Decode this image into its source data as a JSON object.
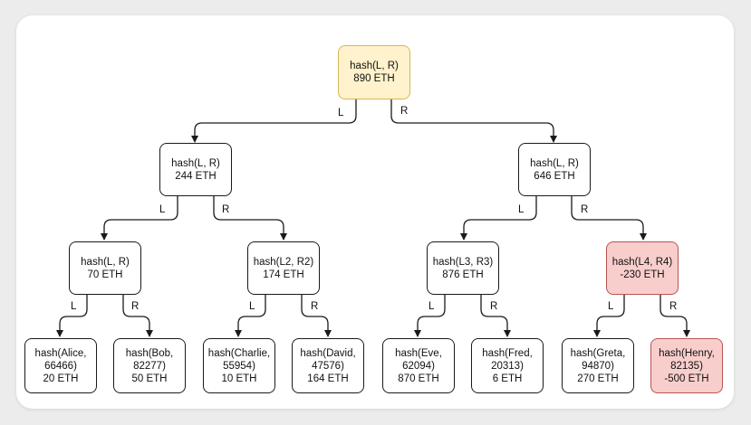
{
  "colors": {
    "root_fill": "#fff2cc",
    "root_stroke": "#d6b656",
    "bad_fill": "#f8cecc",
    "bad_stroke": "#b85450",
    "node_stroke": "#1a1a1a"
  },
  "edge_labels": {
    "left": "L",
    "right": "R"
  },
  "root": {
    "line1": "hash(L, R)",
    "line2": "890 ETH"
  },
  "level1": [
    {
      "line1": "hash(L, R)",
      "line2": "244 ETH"
    },
    {
      "line1": "hash(L, R)",
      "line2": "646 ETH"
    }
  ],
  "level2": [
    {
      "line1": "hash(L, R)",
      "line2": "70 ETH"
    },
    {
      "line1": "hash(L2, R2)",
      "line2": "174 ETH"
    },
    {
      "line1": "hash(L3, R3)",
      "line2": "876 ETH"
    },
    {
      "line1": "hash(L4, R4)",
      "line2": "-230 ETH"
    }
  ],
  "leaves": [
    {
      "line1": "hash(Alice,",
      "line2": "66466)",
      "line3": "20 ETH"
    },
    {
      "line1": "hash(Bob,",
      "line2": "82277)",
      "line3": "50 ETH"
    },
    {
      "line1": "hash(Charlie,",
      "line2": "55954)",
      "line3": "10 ETH"
    },
    {
      "line1": "hash(David,",
      "line2": "47576)",
      "line3": "164 ETH"
    },
    {
      "line1": "hash(Eve,",
      "line2": "62094)",
      "line3": "870 ETH"
    },
    {
      "line1": "hash(Fred,",
      "line2": "20313)",
      "line3": "6 ETH"
    },
    {
      "line1": "hash(Greta,",
      "line2": "94870)",
      "line3": "270 ETH"
    },
    {
      "line1": "hash(Henry,",
      "line2": "82135)",
      "line3": "-500 ETH"
    }
  ]
}
